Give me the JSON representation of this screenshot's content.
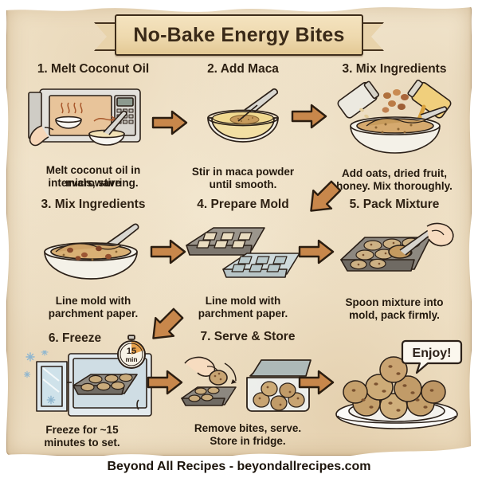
{
  "title": "No-Bake Energy Bites",
  "footer": "Beyond All Recipes - beyondallrecipes.com",
  "colors": {
    "paper": "#f4e9d2",
    "ink": "#2e2113",
    "arrow": "#c8874b",
    "arrow_outline": "#2b1d10",
    "timer_accent": "#e8a14a"
  },
  "steps": [
    {
      "number": "1.",
      "title": "1. Melt Coconut Oil",
      "caption": "Melt coconut oil in microwave intervals, stirring.",
      "caption_lines": [
        "Melt coconut oil in microwave",
        "intervals, stirring."
      ],
      "art": "microwave-with-bowl"
    },
    {
      "number": "2.",
      "title": "2. Add Maca",
      "caption": "Stir in maca powder until smooth.",
      "caption_lines": [
        "Stir in maca powder",
        "until smooth."
      ],
      "art": "bowl-with-spoon"
    },
    {
      "number": "3.",
      "title": "3. Mix Ingredients",
      "caption": "Add oats, dried fruit, honey. Mix thoroughly.",
      "caption_lines": [
        "Add oats, dried fruit,",
        "honey. Mix thoroughly."
      ],
      "art": "pouring-oats-honey-bowl"
    },
    {
      "number": "3.",
      "title": "3. Mix Ingredients",
      "caption": "Line mold with parchment paper.",
      "caption_lines": [
        "Line mold with",
        "parchment paper."
      ],
      "art": "mixed-dough-bowl"
    },
    {
      "number": "4.",
      "title": "4. Prepare Mold",
      "caption": "Line mold with parchment paper.",
      "caption_lines": [
        "Line mold with",
        "parchment paper."
      ],
      "art": "muffin-tray-and-ice-tray"
    },
    {
      "number": "5.",
      "title": "5. Pack Mixture",
      "caption": "Spoon mixture into mold, pack firmly.",
      "caption_lines": [
        "Spoon mixture into",
        "mold, pack firmly."
      ],
      "art": "hand-spooning-into-tray"
    },
    {
      "number": "6.",
      "title": "6. Freeze",
      "caption": "Freeze for ~15 minutes to set.",
      "caption_lines": [
        "Freeze for ~15",
        "minutes to set."
      ],
      "art": "freezer-with-tray"
    },
    {
      "number": "7.",
      "title": "7. Serve & Store",
      "caption": "Remove bites, serve. Store in fridge.",
      "caption_lines": [
        "Remove bites, serve.",
        "Store in fridge."
      ],
      "art": "hand-removing-bite-container"
    },
    {
      "number": "",
      "title": "",
      "caption": "",
      "caption_lines": [],
      "art": "plate-of-energy-bites"
    }
  ],
  "timer_badge": {
    "value": "15",
    "unit": "min"
  },
  "speech_bubble": {
    "text": "Enjoy!"
  },
  "arrows": [
    {
      "name": "arrow-step1-to-step2",
      "direction": "right"
    },
    {
      "name": "arrow-step2-to-step3",
      "direction": "right"
    },
    {
      "name": "arrow-step3-to-row2",
      "direction": "down-left"
    },
    {
      "name": "arrow-row2-a-to-b",
      "direction": "right"
    },
    {
      "name": "arrow-row2-b-to-c",
      "direction": "right"
    },
    {
      "name": "arrow-row2-to-row3",
      "direction": "down-left"
    },
    {
      "name": "arrow-step6-to-step7",
      "direction": "right"
    },
    {
      "name": "arrow-step7-to-final",
      "direction": "right"
    }
  ]
}
